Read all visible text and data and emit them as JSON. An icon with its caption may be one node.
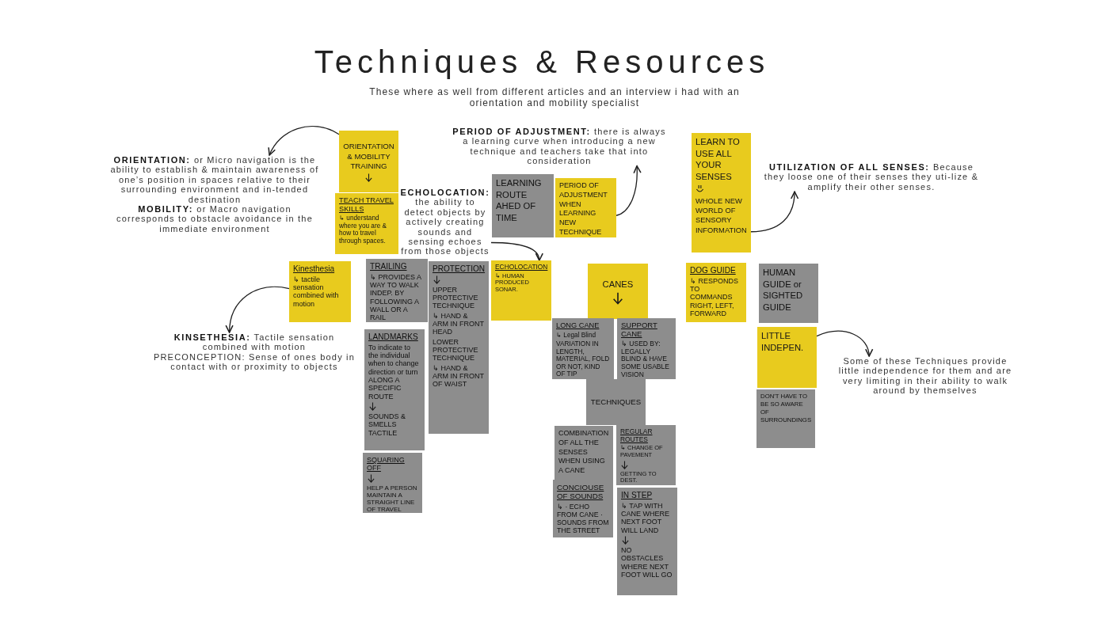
{
  "diagram": {
    "title": "Techniques & Resources",
    "nodes": [
      {
        "text": [
          "ORIENTATION & MOBILITY TRAINING"
        ]
      },
      {
        "text": [
          "TEACH TRAVEL SKILLS",
          "↳ understand where you are & how to travel through spaces."
        ]
      },
      {
        "text": [
          "**ORIENTATION:** or Micro navigation is the ability to establish & maintain awareness of one’s position in spaces relative to their surrounding environment and in-tended destination",
          "**MOBILITY:** or Macro navigation corresponds to obstacle avoidance in the immediate environment"
        ]
      },
      {
        "text": [
          "**PERIOD OF ADJUSTMENT:** there is always a learning curve when introducing a new technique and teachers take that into consideration"
        ]
      },
      {
        "text": [
          "LEARN TO USE ALL YOUR SENSES"
        ]
      },
      {
        "text": [
          "**UTILIZATION OF ALL SENSES:** Because they loose one of their senses they uti-lize & amplify their other senses."
        ]
      },
      {
        "text": [
          "**ECHOLOCATION:** the ability to detect objects by actively creating sounds and sensing echoes from those objects"
        ]
      },
      {
        "text": [
          "LEARNING ROUTE AHED OF TIME"
        ]
      },
      {
        "text": [
          "PERIOD OF ADJUSTMENT WHEN LEARNING NEW TECHNIQUE"
        ]
      },
      {
        "text": [
          "WHOLE NEW WORLD OF SENSORY INFORMATION"
        ]
      },
      {
        "text": [
          "Kinesthesia",
          "↳ tactile sensation combined with motion"
        ]
      },
      {
        "text": [
          "**KINSETHESIA:** Tactile sensation combined with motion",
          "PRECONCEPTION: Sense of ones body in contact with or proximity to objects"
        ]
      },
      {
        "text": [
          "TRAILING",
          "↳ PROVIDES A WAY TO WALK INDEP. BY FOLLOWING A WALL OR A RAIL"
        ]
      },
      {
        "text": [
          "PROTECTION",
          "UPPER PROTECTIVE TECHNIQUE",
          "↳ HAND & ARM IN FRONT HEAD",
          "LOWER PROTECTIVE TECHNIQUE",
          "↳ HAND & ARM IN FRONT OF WAIST"
        ]
      },
      {
        "text": [
          "ECHOLOCATION",
          "↳ HUMAN PRODUCED SONAR."
        ]
      },
      {
        "text": [
          "CANES"
        ]
      },
      {
        "text": [
          "DOG GUIDE",
          "↳ RESPONDS TO COMMANDS RIGHT, LEFT, FORWARD"
        ]
      },
      {
        "text": [
          "HUMAN GUIDE or SIGHTED GUIDE"
        ]
      },
      {
        "text": [
          "LANDMARKS",
          "To indicate to the individual when to change direction or turn ALONG A SPECIFIC ROUTE",
          "SOUNDS & SMELLS TACTILE"
        ]
      },
      {
        "text": [
          "LONG CANE",
          "↳ Legal Blind",
          "VARIATION IN LENGTH, MATERIAL, FOLD OR NOT, KIND OF TIP"
        ]
      },
      {
        "text": [
          "SUPPORT CANE",
          "↳ USED BY: LEGALLY BLIND & HAVE SOME USABLE VISION"
        ]
      },
      {
        "text": [
          "LITTLE INDEPEN."
        ]
      },
      {
        "text": [
          "Some of these Techniques provide little independence for them and are very limiting in their ability to walk around by themselves"
        ]
      },
      {
        "text": [
          "TECHNIQUES"
        ]
      },
      {
        "text": [
          "DON'T HAVE TO BE SO AWARE OF SURROUNDINGS"
        ]
      },
      {
        "text": [
          "COMBINATION OF ALL THE SENSES WHEN USING A CANE"
        ]
      },
      {
        "text": [
          "REGULAR ROUTES",
          "↳ CHANGE OF PAVEMENT",
          "GETTING TO DEST."
        ]
      },
      {
        "text": [
          "SQUARING OFF",
          "HELP A PERSON MAINTAIN A STRAIGHT LINE OF TRAVEL"
        ]
      },
      {
        "text": [
          "CONCIOUSE OF SOUNDS",
          "↳ · ECHO FROM CANE · SOUNDS FROM THE STREET"
        ]
      },
      {
        "text": [
          "IN STEP",
          "↳ TAP WITH CANE WHERE NEXT FOOT WILL LAND",
          "NO OBSTACLES WHERE NEXT FOOT WILL GO"
        ]
      }
    ],
    "edges": [
      {
        "from": 0,
        "to": 2,
        "arrow": "to"
      },
      {
        "from": 10,
        "to": 11,
        "arrow": "to"
      },
      {
        "from": 6,
        "to": 14,
        "arrow": "to"
      },
      {
        "from": 8,
        "to": 3,
        "arrow": "to"
      },
      {
        "from": 9,
        "to": 5,
        "arrow": "to"
      },
      {
        "from": 21,
        "to": 22,
        "arrow": "to"
      }
    ],
    "labels": [
      "These where as well from different articles and an interview i had with an orientation and mobility specialist"
    ]
  }
}
